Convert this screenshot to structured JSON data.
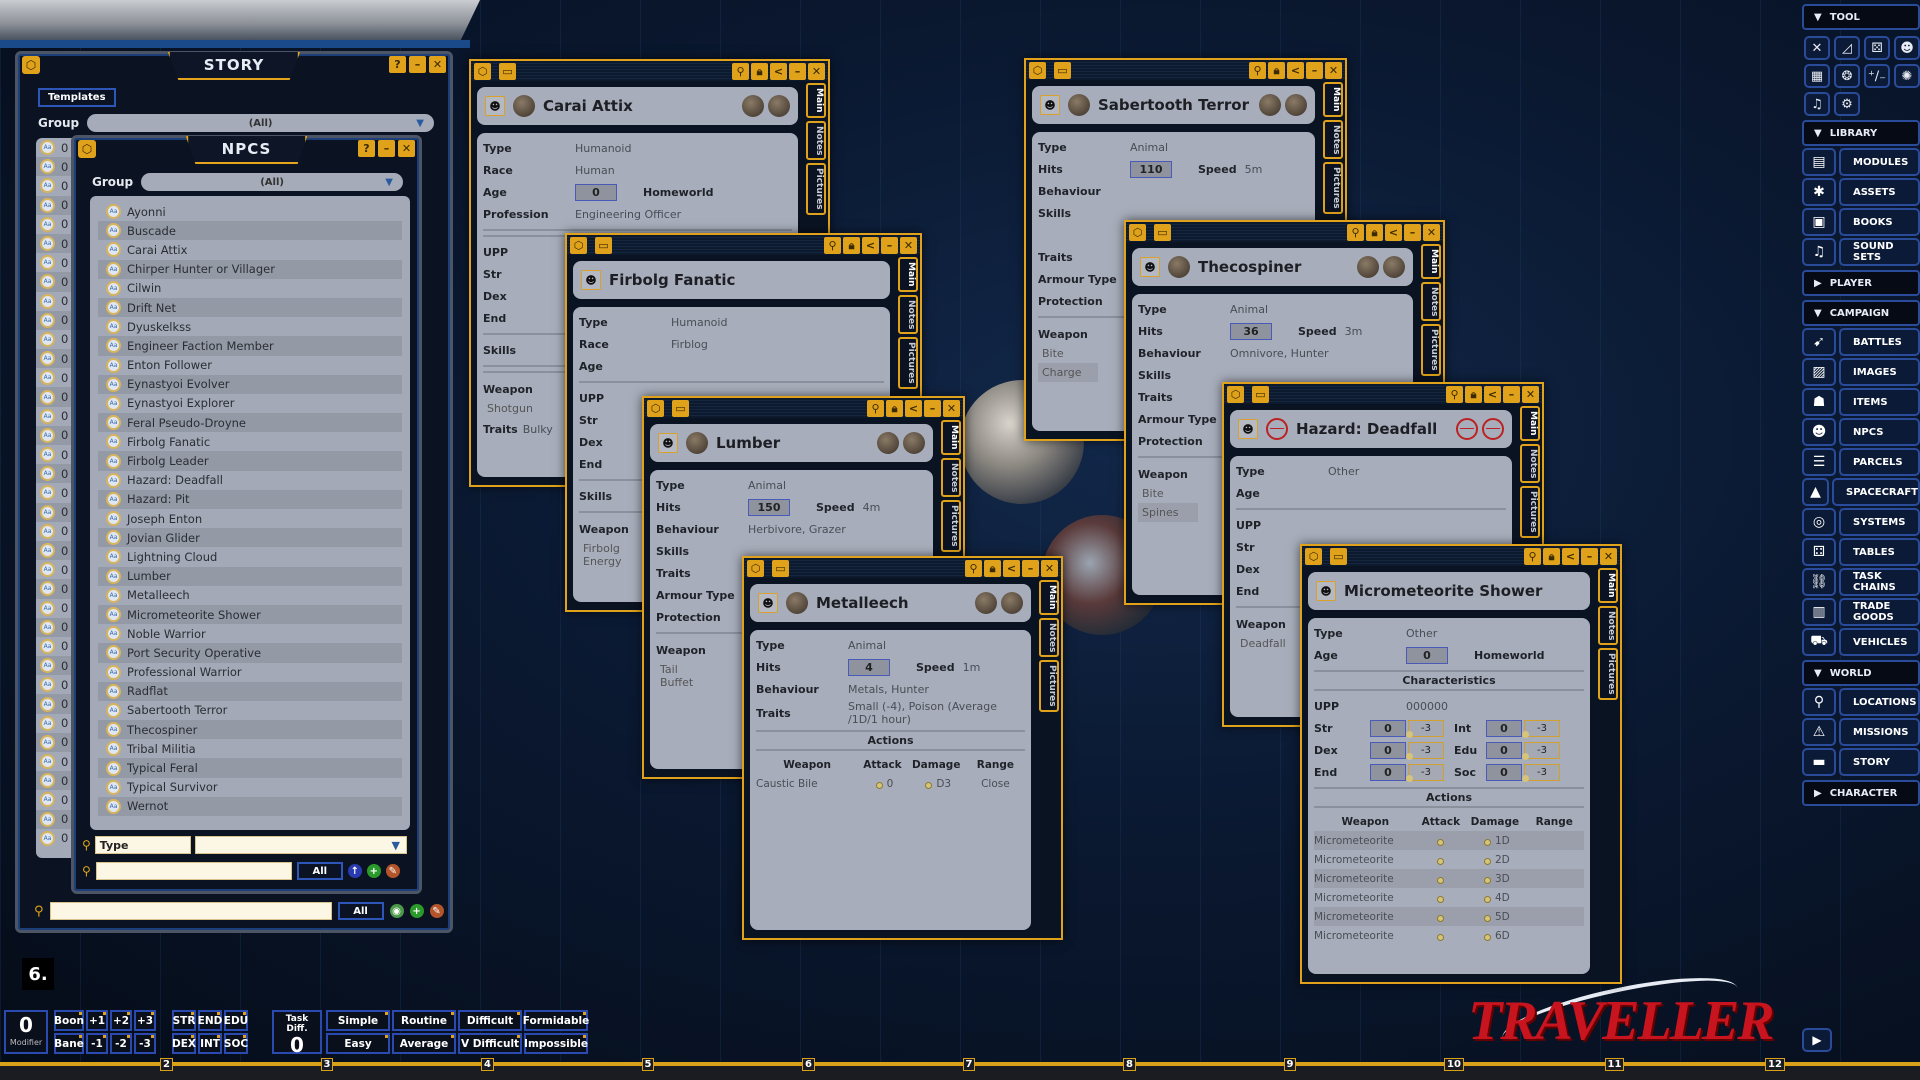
{
  "story": {
    "title": "STORY",
    "templates_label": "Templates",
    "group_label": "Group",
    "group_value": "(All)",
    "search_filter": "All",
    "entry_prefix": "0"
  },
  "npcs": {
    "title": "NPCS",
    "group_label": "Group",
    "group_value": "(All)",
    "filter_type": "Type",
    "filter_all": "All",
    "items": [
      "Ayonni",
      "Buscade",
      "Carai Attix",
      "Chirper Hunter or Villager",
      "Cilwin",
      "Drift Net",
      "Dyuskelkss",
      "Engineer Faction Member",
      "Enton Follower",
      "Eynastyoi Evolver",
      "Eynastyoi Explorer",
      "Feral Pseudo-Droyne",
      "Firbolg Fanatic",
      "Firbolg Leader",
      "Hazard: Deadfall",
      "Hazard: Pit",
      "Joseph Enton",
      "Jovian Glider",
      "Lightning Cloud",
      "Lumber",
      "Metalleech",
      "Micrometeorite Shower",
      "Noble Warrior",
      "Port Security Operative",
      "Professional Warrior",
      "Radflat",
      "Sabertooth Terror",
      "Thecospiner",
      "Tribal Militia",
      "Typical Feral",
      "Typical Survivor",
      "Wernot"
    ]
  },
  "window_tabs": [
    "Main",
    "Notes",
    "Pictures"
  ],
  "windows": [
    {
      "title": "Carai Attix",
      "portrait": "human",
      "rows": [
        {
          "label": "Type",
          "value": "Humanoid"
        },
        {
          "label": "Race",
          "value": "Human"
        },
        {
          "label": "Age",
          "box": "0",
          "label2": "Homeworld"
        },
        {
          "label": "Profession",
          "value": "Engineering Officer"
        },
        {
          "type": "divider"
        },
        {
          "type": "divider"
        },
        {
          "label": "UPP"
        },
        {
          "label": "Str"
        },
        {
          "label": "Dex"
        },
        {
          "label": "End"
        },
        {
          "type": "divider"
        },
        {
          "label": "Skills"
        },
        {
          "type": "divider"
        },
        {
          "type": "divider"
        },
        {
          "weapon_header": "Weapon"
        },
        {
          "item": "Shotgun"
        },
        {
          "label": "Traits",
          "value": "Bulky"
        }
      ]
    },
    {
      "title": "Sabertooth Terror",
      "portrait": "beast",
      "rows": [
        {
          "label": "Type",
          "value": "Animal"
        },
        {
          "label": "Hits",
          "box": "110",
          "label2": "Speed",
          "value2": "5m"
        },
        {
          "label": "Behaviour"
        },
        {
          "label": "Skills"
        },
        {
          "label": ""
        },
        {
          "label": "Traits"
        },
        {
          "label": "Armour Type"
        },
        {
          "label": "Protection"
        },
        {
          "type": "divider"
        },
        {
          "weapon_header": "Weapon"
        },
        {
          "item": "Bite"
        },
        {
          "item": "Charge"
        }
      ]
    },
    {
      "title": "Firbolg Fanatic",
      "portrait": "",
      "rows": [
        {
          "label": "Type",
          "value": "Humanoid"
        },
        {
          "label": "Race",
          "value": "Firblog"
        },
        {
          "label": "Age"
        },
        {
          "type": "divider"
        },
        {
          "label": "UPP"
        },
        {
          "label": "Str"
        },
        {
          "label": "Dex"
        },
        {
          "label": "End"
        },
        {
          "type": "divider"
        },
        {
          "label": "Skills"
        },
        {
          "type": "divider"
        },
        {
          "weapon_header": "Weapon"
        },
        {
          "item": "Firbolg Energy"
        }
      ]
    },
    {
      "title": "Thecospiner",
      "portrait": "beast",
      "rows": [
        {
          "label": "Type",
          "value": "Animal"
        },
        {
          "label": "Hits",
          "box": "36",
          "label2": "Speed",
          "value2": "3m"
        },
        {
          "label": "Behaviour",
          "value": "Omnivore, Hunter"
        },
        {
          "label": "Skills"
        },
        {
          "label": "Traits"
        },
        {
          "label": "Armour Type"
        },
        {
          "label": "Protection"
        },
        {
          "type": "divider"
        },
        {
          "weapon_header": "Weapon"
        },
        {
          "item": "Bite"
        },
        {
          "item": "Spines"
        }
      ]
    },
    {
      "title": "Lumber",
      "portrait": "beast",
      "rows": [
        {
          "label": "Type",
          "value": "Animal"
        },
        {
          "label": "Hits",
          "box": "150",
          "label2": "Speed",
          "value2": "4m"
        },
        {
          "label": "Behaviour",
          "value": "Herbivore, Grazer"
        },
        {
          "label": "Skills"
        },
        {
          "label": "Traits"
        },
        {
          "label": "Armour Type"
        },
        {
          "label": "Protection"
        },
        {
          "type": "divider"
        },
        {
          "weapon_header": "Weapon"
        },
        {
          "item": "Tail Buffet"
        }
      ]
    },
    {
      "title": "Hazard: Deadfall",
      "portrait": "hazard",
      "rows": [
        {
          "label": "Type",
          "value": "Other"
        },
        {
          "label": "Age"
        },
        {
          "type": "divider"
        },
        {
          "label": "UPP"
        },
        {
          "label": "Str"
        },
        {
          "label": "Dex"
        },
        {
          "label": "End"
        },
        {
          "type": "divider"
        },
        {
          "weapon_header": "Weapon"
        },
        {
          "item": "Deadfall"
        }
      ]
    },
    {
      "title": "Metalleech",
      "portrait": "beast",
      "rows": [
        {
          "label": "Type",
          "value": "Animal"
        },
        {
          "label": "Hits",
          "box": "4",
          "label2": "Speed",
          "value2": "1m"
        },
        {
          "label": "Behaviour",
          "value": "Metals, Hunter"
        },
        {
          "label": "Traits",
          "value": "Small (-4), Poison (Average /1D/1 hour)"
        },
        {
          "section": "Actions"
        },
        {
          "table_header": [
            "Weapon",
            "Attack",
            "Damage",
            "Range"
          ]
        },
        {
          "cells": [
            "Caustic Bile",
            "0",
            "D3",
            "Close"
          ]
        }
      ]
    },
    {
      "title": "Micrometeorite Shower",
      "portrait": "",
      "rows": [
        {
          "label": "Type",
          "value": "Other"
        },
        {
          "label": "Age",
          "box": "0",
          "label2": "Homeworld"
        },
        {
          "section": "Characteristics"
        },
        {
          "label": "UPP",
          "value": "000000"
        },
        {
          "label": "Str",
          "box": "0",
          "mod": "-3",
          "label2": "Int",
          "box2": "0",
          "mod2": "-3"
        },
        {
          "label": "Dex",
          "box": "0",
          "mod": "-3",
          "label2": "Edu",
          "box2": "0",
          "mod2": "-3"
        },
        {
          "label": "End",
          "box": "0",
          "mod": "-3",
          "label2": "Soc",
          "box2": "0",
          "mod2": "-3"
        },
        {
          "section": "Actions"
        },
        {
          "table_header": [
            "Weapon",
            "Attack",
            "Damage",
            "Range"
          ]
        },
        {
          "cells": [
            "Micrometeorite",
            "",
            "1D",
            ""
          ]
        },
        {
          "cells": [
            "Micrometeorite",
            "",
            "2D",
            ""
          ]
        },
        {
          "cells": [
            "Micrometeorite",
            "",
            "3D",
            ""
          ]
        },
        {
          "cells": [
            "Micrometeorite",
            "",
            "4D",
            ""
          ]
        },
        {
          "cells": [
            "Micrometeorite",
            "",
            "5D",
            ""
          ]
        },
        {
          "cells": [
            "Micrometeorite",
            "",
            "6D",
            ""
          ]
        }
      ]
    }
  ],
  "sidebar": {
    "tool": {
      "label": "TOOL",
      "icons": [
        "close-x",
        "ruler",
        "dice-tower",
        "group",
        "calendar",
        "effects",
        "modifier",
        "lighting",
        "sound",
        "gear"
      ],
      "glyphs": [
        "✕",
        "◿",
        "⚄",
        "☻",
        "▦",
        "❂",
        "⁺∕₋",
        "✺",
        "♫",
        "⚙"
      ]
    },
    "sections": [
      {
        "label": "LIBRARY",
        "open": true,
        "items": [
          {
            "label": "MODULES",
            "icon": "▤"
          },
          {
            "label": "ASSETS",
            "icon": "✱"
          },
          {
            "label": "BOOKS",
            "icon": "▣"
          },
          {
            "label": "SOUND SETS",
            "icon": "♫"
          }
        ]
      },
      {
        "label": "PLAYER",
        "open": false,
        "items": []
      },
      {
        "label": "CAMPAIGN",
        "open": true,
        "items": [
          {
            "label": "BATTLES",
            "icon": "➹"
          },
          {
            "label": "IMAGES",
            "icon": "▨"
          },
          {
            "label": "ITEMS",
            "icon": "☗"
          },
          {
            "label": "NPCS",
            "icon": "☻"
          },
          {
            "label": "PARCELS",
            "icon": "☰"
          },
          {
            "label": "SPACECRAFT",
            "icon": "▲"
          },
          {
            "label": "SYSTEMS",
            "icon": "◎"
          },
          {
            "label": "TABLES",
            "icon": "⚃"
          },
          {
            "label": "TASK CHAINS",
            "icon": "⛓"
          },
          {
            "label": "TRADE GOODS",
            "icon": "▥"
          },
          {
            "label": "VEHICLES",
            "icon": "⛟"
          }
        ]
      },
      {
        "label": "WORLD",
        "open": true,
        "items": [
          {
            "label": "LOCATIONS",
            "icon": "⚲"
          },
          {
            "label": "MISSIONS",
            "icon": "⚠"
          },
          {
            "label": "STORY",
            "icon": "▬"
          }
        ]
      },
      {
        "label": "CHARACTER",
        "open": false,
        "items": []
      }
    ]
  },
  "die_result": "6.",
  "modifier": {
    "value": "0",
    "label": "Modifier"
  },
  "boon_row": [
    "Boon",
    "+1",
    "+2",
    "+3"
  ],
  "bane_row": [
    "Bane",
    "-1",
    "-2",
    "-3"
  ],
  "stats": [
    "STR",
    "END",
    "EDU",
    "DEX",
    "INT",
    "SOC"
  ],
  "task_diff": {
    "label": "Task Diff.",
    "value": "0"
  },
  "difficulties": [
    "Simple",
    "Routine",
    "Difficult",
    "Formidable",
    "Easy",
    "Average",
    "V Difficult",
    "Impossible"
  ],
  "ruler_numbers": [
    "2",
    "3",
    "4",
    "5",
    "6",
    "7",
    "8",
    "9",
    "10",
    "11",
    "12"
  ],
  "logo": "TRAVELLER",
  "colors": {
    "accent": "#e0a21a",
    "frame_blue": "#2a4ab0",
    "panel": "#a7adba",
    "logo_red": "#c8141e"
  }
}
